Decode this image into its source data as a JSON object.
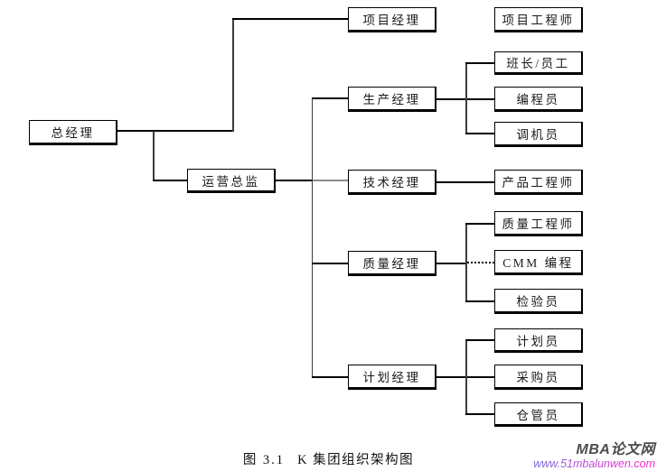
{
  "diagram": {
    "title_figure": "图 3.1",
    "title_text": "K 集团组织架构图",
    "nodes": {
      "ceo": {
        "label": "总经理"
      },
      "coo": {
        "label": "运营总监"
      },
      "project_manager": {
        "label": "项目经理"
      },
      "project_engineer": {
        "label": "项目工程师"
      },
      "production_manager": {
        "label": "生产经理"
      },
      "foreman_staff": {
        "label": "班长/员工"
      },
      "programmer": {
        "label": "编程员"
      },
      "machine_setter": {
        "label": "调机员"
      },
      "technical_manager": {
        "label": "技术经理"
      },
      "product_engineer": {
        "label": "产品工程师"
      },
      "quality_manager": {
        "label": "质量经理"
      },
      "quality_engineer": {
        "label": "质量工程师"
      },
      "cmm_programming": {
        "label": "CMM 编程"
      },
      "inspector": {
        "label": "检验员"
      },
      "planning_manager": {
        "label": "计划经理"
      },
      "planner": {
        "label": "计划员"
      },
      "purchaser": {
        "label": "采购员"
      },
      "warehouse_keeper": {
        "label": "仓管员"
      }
    },
    "edges": [
      {
        "from": "ceo",
        "to": "project_manager",
        "style": "solid"
      },
      {
        "from": "ceo",
        "to": "coo",
        "style": "solid"
      },
      {
        "from": "project_manager",
        "to": "project_engineer",
        "style": "solid"
      },
      {
        "from": "coo",
        "to": "production_manager",
        "style": "solid"
      },
      {
        "from": "coo",
        "to": "technical_manager",
        "style": "solid"
      },
      {
        "from": "coo",
        "to": "quality_manager",
        "style": "solid"
      },
      {
        "from": "coo",
        "to": "planning_manager",
        "style": "solid"
      },
      {
        "from": "production_manager",
        "to": "foreman_staff",
        "style": "solid"
      },
      {
        "from": "production_manager",
        "to": "programmer",
        "style": "solid"
      },
      {
        "from": "production_manager",
        "to": "machine_setter",
        "style": "solid"
      },
      {
        "from": "technical_manager",
        "to": "product_engineer",
        "style": "solid"
      },
      {
        "from": "quality_manager",
        "to": "quality_engineer",
        "style": "solid"
      },
      {
        "from": "quality_manager",
        "to": "cmm_programming",
        "style": "dotted"
      },
      {
        "from": "quality_manager",
        "to": "inspector",
        "style": "solid"
      },
      {
        "from": "planning_manager",
        "to": "planner",
        "style": "solid"
      },
      {
        "from": "planning_manager",
        "to": "purchaser",
        "style": "solid"
      },
      {
        "from": "planning_manager",
        "to": "warehouse_keeper",
        "style": "solid"
      }
    ],
    "colors": {
      "line": "#000000",
      "faded_line": "#8a8a8a",
      "box_background": "#ffffff"
    }
  },
  "watermark": {
    "site_name": "MBA论文网",
    "site_url": "www.51mbalunwen.com",
    "name_color": "#4d4d4f",
    "url_gradient_start": "#6f6be0",
    "url_gradient_end": "#ff22cc"
  }
}
